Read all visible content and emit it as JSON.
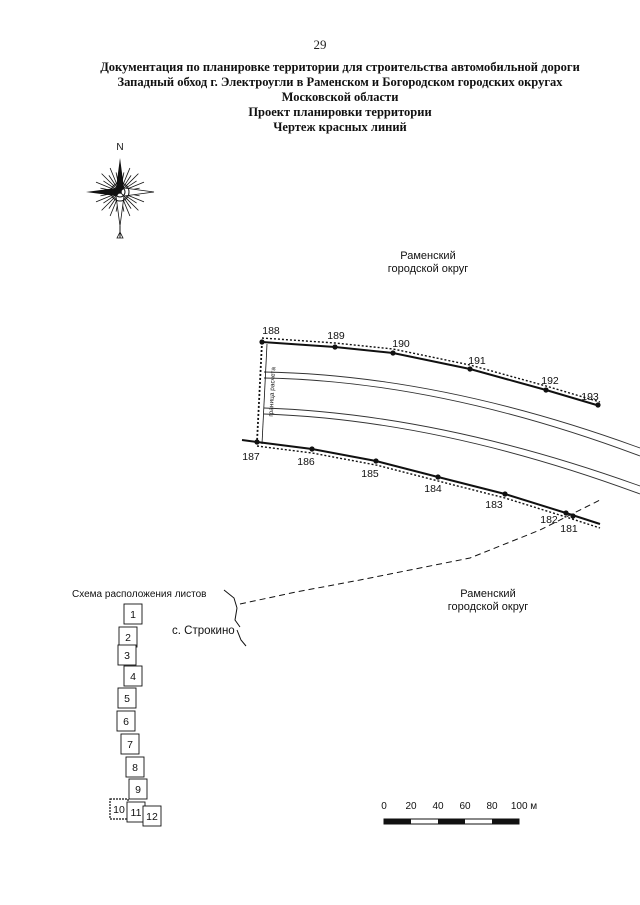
{
  "page_number": "29",
  "title_lines": [
    "Документация по планировке территории для строительства автомобильной дороги",
    "Западный обход г. Электроугли в Раменском и Богородском городских округах",
    "Московской области",
    "Проект планировки территории",
    "Чертеж красных линий"
  ],
  "compass": {
    "north_label": "N"
  },
  "regions": {
    "north": [
      "Раменский",
      "городской округ"
    ],
    "south": [
      "Раменский",
      "городской округ"
    ]
  },
  "boundary_label": "граница расчета",
  "points_north": [
    "188",
    "189",
    "190",
    "191",
    "192",
    "193"
  ],
  "points_south": [
    "187",
    "186",
    "185",
    "184",
    "183",
    "182",
    "181"
  ],
  "settlement": "с. Строкино",
  "sheet_scheme": {
    "title": "Схема расположения листов",
    "sheets": [
      "1",
      "2",
      "3",
      "4",
      "5",
      "6",
      "7",
      "8",
      "9",
      "10",
      "11",
      "12"
    ],
    "current_sheet": "10"
  },
  "scale_bar": {
    "ticks": [
      "0",
      "20",
      "40",
      "60",
      "80",
      "100 м"
    ]
  },
  "colors": {
    "line": "#111111",
    "background": "#ffffff"
  }
}
